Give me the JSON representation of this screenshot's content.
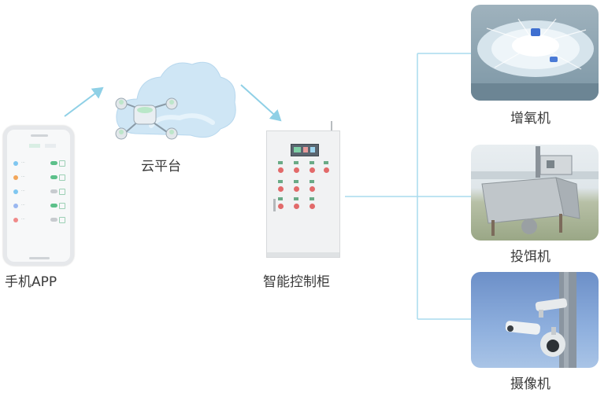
{
  "nodes": {
    "phone_app": "手机APP",
    "cloud": "云平台",
    "cabinet": "智能控制柜",
    "aerator": "增氧机",
    "feeder": "投饵机",
    "camera": "摄像机"
  },
  "colors": {
    "arrow": "#8fd0e6",
    "connector": "#a9dcee",
    "cloud": "#cfe6f5"
  }
}
